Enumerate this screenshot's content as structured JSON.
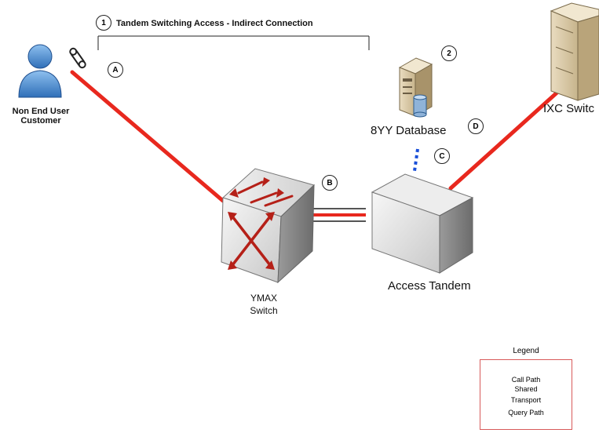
{
  "title": {
    "number": "1",
    "text": "Tandem Switching Access - Indirect Connection"
  },
  "nodes": {
    "customer": {
      "line1": "Non End User",
      "line2": "Customer"
    },
    "database": {
      "label": "8YY Database"
    },
    "ixc": {
      "label": "IXC Switc"
    },
    "ymax": {
      "line1": "YMAX",
      "line2": "Switch"
    },
    "tandem": {
      "label": "Access Tandem"
    }
  },
  "markers": {
    "a": "A",
    "b": "B",
    "c": "C",
    "d": "D",
    "two": "2"
  },
  "legend": {
    "title": "Legend",
    "call_path": "Call Path",
    "shared": "Shared",
    "transport": "Transport",
    "query_path": "Query Path"
  },
  "colors": {
    "call_path": "#e8281e",
    "query_path": "#1a4fd8",
    "shared_transport": "#555555",
    "person": "#3a7cc6",
    "switch_arrows": "#b52018"
  }
}
